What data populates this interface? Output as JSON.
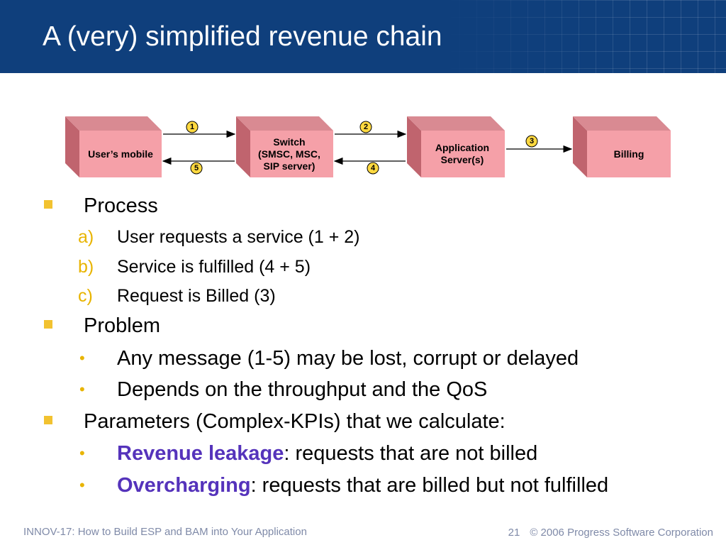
{
  "slide": {
    "title": "A (very) simplified revenue chain"
  },
  "diagram": {
    "boxes": [
      {
        "id": "mobile",
        "label": "User’s mobile"
      },
      {
        "id": "switch",
        "label": "Switch\n(SMSC, MSC,\nSIP server)"
      },
      {
        "id": "app",
        "label": "Application\nServer(s)"
      },
      {
        "id": "billing",
        "label": "Billing"
      }
    ],
    "flows": [
      {
        "number": "1"
      },
      {
        "number": "2"
      },
      {
        "number": "3"
      },
      {
        "number": "4"
      },
      {
        "number": "5"
      }
    ],
    "colors": {
      "box_front": "#f5a0a8",
      "box_side": "#c0646e",
      "box_top": "#d98a92",
      "circle_fill": "#ffd940"
    }
  },
  "bullets": {
    "process": {
      "heading": "Process",
      "items": [
        {
          "marker": "a)",
          "text": "User requests a service (1 + 2)"
        },
        {
          "marker": "b)",
          "text": "Service is fulfilled (4 + 5)"
        },
        {
          "marker": "c)",
          "text": "Request is Billed (3)"
        }
      ]
    },
    "problem": {
      "heading": "Problem",
      "items": [
        {
          "marker": "•",
          "text": "Any message (1-5) may be lost, corrupt or delayed"
        },
        {
          "marker": "•",
          "text": "Depends on the throughput and the QoS"
        }
      ]
    },
    "parameters": {
      "heading": "Parameters (Complex-KPIs) that we calculate:",
      "items": [
        {
          "marker": "•",
          "term": "Revenue leakage",
          "rest": ": requests that are not billed"
        },
        {
          "marker": "•",
          "term": "Overcharging",
          "rest": ": requests that are billed but not fulfilled"
        }
      ]
    }
  },
  "footer": {
    "left": "INNOV-17: How to Build ESP and BAM into Your Application",
    "page": "21",
    "copyright": "© 2006 Progress Software Corporation"
  }
}
